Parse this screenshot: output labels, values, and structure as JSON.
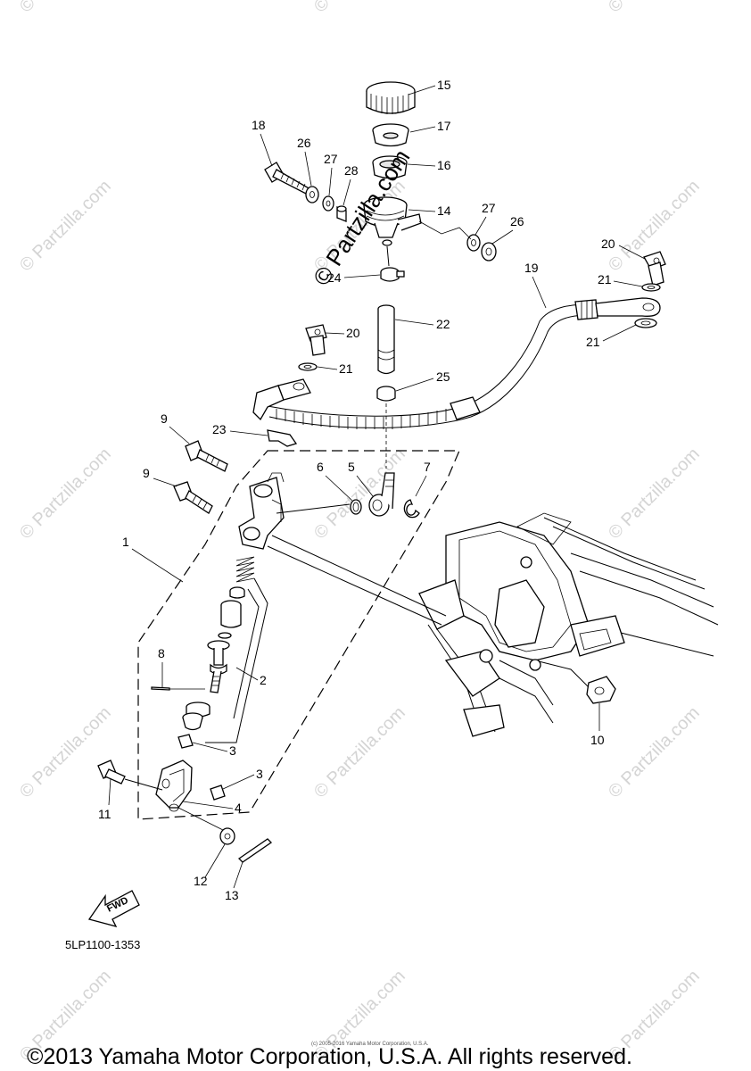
{
  "diagram": {
    "callouts": [
      "1",
      "2",
      "3",
      "3",
      "4",
      "5",
      "6",
      "7",
      "8",
      "9",
      "9",
      "10",
      "11",
      "12",
      "13",
      "14",
      "15",
      "16",
      "17",
      "18",
      "19",
      "20",
      "20",
      "21",
      "21",
      "21",
      "22",
      "23",
      "24",
      "25",
      "26",
      "26",
      "27",
      "27",
      "28"
    ],
    "part_code": "5LP1100-1353",
    "fwd_label": "FWD",
    "small_copyright": "(c) 2005-2016 Yamaha Motor Corporation, U.S.A.",
    "copyright": "©2013 Yamaha Motor Corporation, U.S.A. All rights reserved.",
    "watermark_center": "© Partzilla.com",
    "watermark_tile": "© Partzilla.com"
  }
}
